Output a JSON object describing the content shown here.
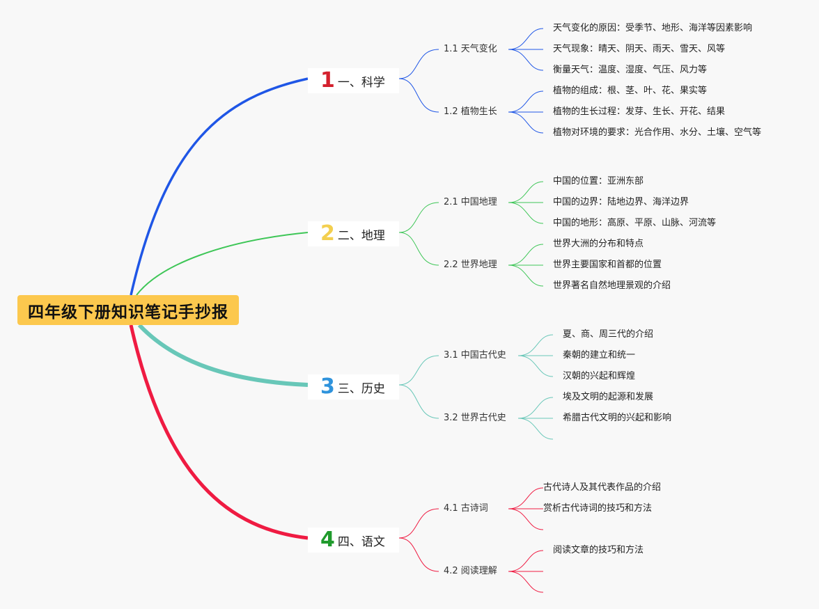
{
  "root": {
    "title": "四年级下册知识笔记手抄报"
  },
  "colors": {
    "science": "#1f56e6",
    "geography": "#3ec657",
    "history": "#68c7b8",
    "chinese": "#ef1b42",
    "num1": "#d4212e",
    "num2": "#f3cf4f",
    "num3": "#2f93dc",
    "num4": "#1f9a2c"
  },
  "branches": [
    {
      "num": "1",
      "label": "一、科学",
      "subs": [
        {
          "label": "1.1 天气变化",
          "leaves": [
            "天气变化的原因：受季节、地形、海洋等因素影响",
            "天气现象：晴天、阴天、雨天、雪天、风等",
            "衡量天气：温度、湿度、气压、风力等"
          ]
        },
        {
          "label": "1.2 植物生长",
          "leaves": [
            "植物的组成：根、茎、叶、花、果实等",
            "植物的生长过程：发芽、生长、开花、结果",
            "植物对环境的要求：光合作用、水分、土壤、空气等"
          ]
        }
      ]
    },
    {
      "num": "2",
      "label": "二、地理",
      "subs": [
        {
          "label": "2.1 中国地理",
          "leaves": [
            "中国的位置：亚洲东部",
            "中国的边界：陆地边界、海洋边界",
            "中国的地形：高原、平原、山脉、河流等"
          ]
        },
        {
          "label": "2.2 世界地理",
          "leaves": [
            "世界大洲的分布和特点",
            "世界主要国家和首都的位置",
            "世界著名自然地理景观的介绍"
          ]
        }
      ]
    },
    {
      "num": "3",
      "label": "三、历史",
      "subs": [
        {
          "label": "3.1 中国古代史",
          "leaves": [
            "夏、商、周三代的介绍",
            "秦朝的建立和统一",
            "汉朝的兴起和辉煌"
          ]
        },
        {
          "label": "3.2 世界古代史",
          "leaves": [
            "埃及文明的起源和发展",
            "希腊古代文明的兴起和影响",
            ""
          ]
        }
      ]
    },
    {
      "num": "4",
      "label": "四、语文",
      "subs": [
        {
          "label": "4.1 古诗词",
          "leaves": [
            "古代诗人及其代表作品的介绍",
            "赏析古代诗词的技巧和方法",
            ""
          ]
        },
        {
          "label": "4.2 阅读理解",
          "leaves": [
            "阅读文章的技巧和方法",
            "",
            ""
          ]
        }
      ]
    }
  ]
}
